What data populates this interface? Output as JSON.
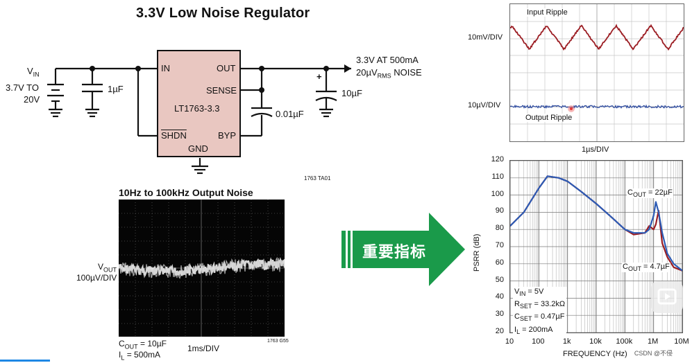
{
  "title": "3.3V Low Noise Regulator",
  "schematic": {
    "vin_label": "V",
    "vin_sub": "IN",
    "vin_range_1": "3.7V TO",
    "vin_range_2": "20V",
    "cap_in": "1µF",
    "chip_name": "LT1763-3.3",
    "pin_in": "IN",
    "pin_out": "OUT",
    "pin_sense": "SENSE",
    "pin_shdn": "SHDN",
    "pin_byp": "BYP",
    "pin_gnd": "GND",
    "cap_byp": "0.01µF",
    "cap_out": "10µF",
    "cap_out_polarity": "+",
    "out_line1": "3.3V AT 500mA",
    "out_line2_a": "20µV",
    "out_line2_sub": "RMS",
    "out_line2_b": " NOISE",
    "ref_code": "1763 TA01"
  },
  "scope": {
    "heading": "10Hz to 100kHz Output Noise",
    "ylabel_a": "V",
    "ylabel_sub": "OUT",
    "ylabel_b": "100µV/DIV",
    "cond_1a": "C",
    "cond_1sub": "OUT",
    "cond_1b": " = 10µF",
    "cond_2a": "I",
    "cond_2sub": "L",
    "cond_2b": " = 500mA",
    "timebase": "1ms/DIV",
    "ref_code": "1763 G55"
  },
  "arrow": {
    "label": "重要指标",
    "color": "#1a9a4a"
  },
  "ripple": {
    "input_label": "Input Ripple",
    "output_label": "Output Ripple",
    "input_scale": "10mV/DIV",
    "output_scale": "10µV/DIV",
    "timebase": "1µs/DIV",
    "input_color": "#9b1c22",
    "output_color": "#2c4aa0"
  },
  "psrr": {
    "ylabel": "PSRR (dB)",
    "xlabel": "FREQUENCY (Hz)",
    "yticks": [
      "120",
      "110",
      "100",
      "90",
      "80",
      "70",
      "60",
      "50",
      "40",
      "30",
      "20"
    ],
    "xticks": [
      "10",
      "100",
      "1k",
      "10k",
      "100k",
      "1M",
      "10M"
    ],
    "annot_22_a": "C",
    "annot_22_sub": "OUT",
    "annot_22_b": " = 22µF",
    "annot_47_a": "C",
    "annot_47_sub": "OUT",
    "annot_47_b": " = 4.7µF",
    "cond_vin_a": "V",
    "cond_vin_sub": "IN",
    "cond_vin_b": " = 5V",
    "cond_rset_a": "R",
    "cond_rset_sub": "SET",
    "cond_rset_b": " = 33.2kΩ",
    "cond_cset_a": "C",
    "cond_cset_sub": "SET",
    "cond_cset_b": " = 0.47µF",
    "cond_il_a": "I",
    "cond_il_sub": "L",
    "cond_il_b": " = 200mA",
    "series_22_color": "#2c5bb5",
    "series_47_color": "#9b1c22"
  },
  "chart_data": {
    "type": "line",
    "xlabel": "FREQUENCY (Hz)",
    "ylabel": "PSRR (dB)",
    "xscale": "log",
    "xlim": [
      10,
      10000000
    ],
    "ylim": [
      20,
      120
    ],
    "grid": true,
    "series": [
      {
        "name": "COUT = 22µF",
        "x": [
          10,
          30,
          100,
          200,
          500,
          1000,
          3000,
          10000,
          30000,
          100000,
          200000,
          500000,
          700000,
          1000000,
          1200000,
          1500000,
          2000000,
          3000000,
          5000000,
          10000000
        ],
        "y": [
          82,
          90,
          104,
          111,
          110,
          108,
          102,
          95,
          88,
          80,
          78,
          78,
          80,
          88,
          96,
          90,
          78,
          66,
          60,
          56
        ]
      },
      {
        "name": "COUT = 4.7µF",
        "x": [
          10,
          30,
          100,
          200,
          500,
          1000,
          3000,
          10000,
          30000,
          100000,
          200000,
          500000,
          700000,
          1000000,
          1200000,
          1500000,
          2000000,
          3000000,
          5000000,
          10000000
        ],
        "y": [
          82,
          90,
          104,
          111,
          110,
          108,
          102,
          95,
          88,
          80,
          77,
          78,
          82,
          80,
          83,
          91,
          72,
          64,
          58,
          56
        ]
      }
    ]
  },
  "watermark": "CSDN @不侵"
}
